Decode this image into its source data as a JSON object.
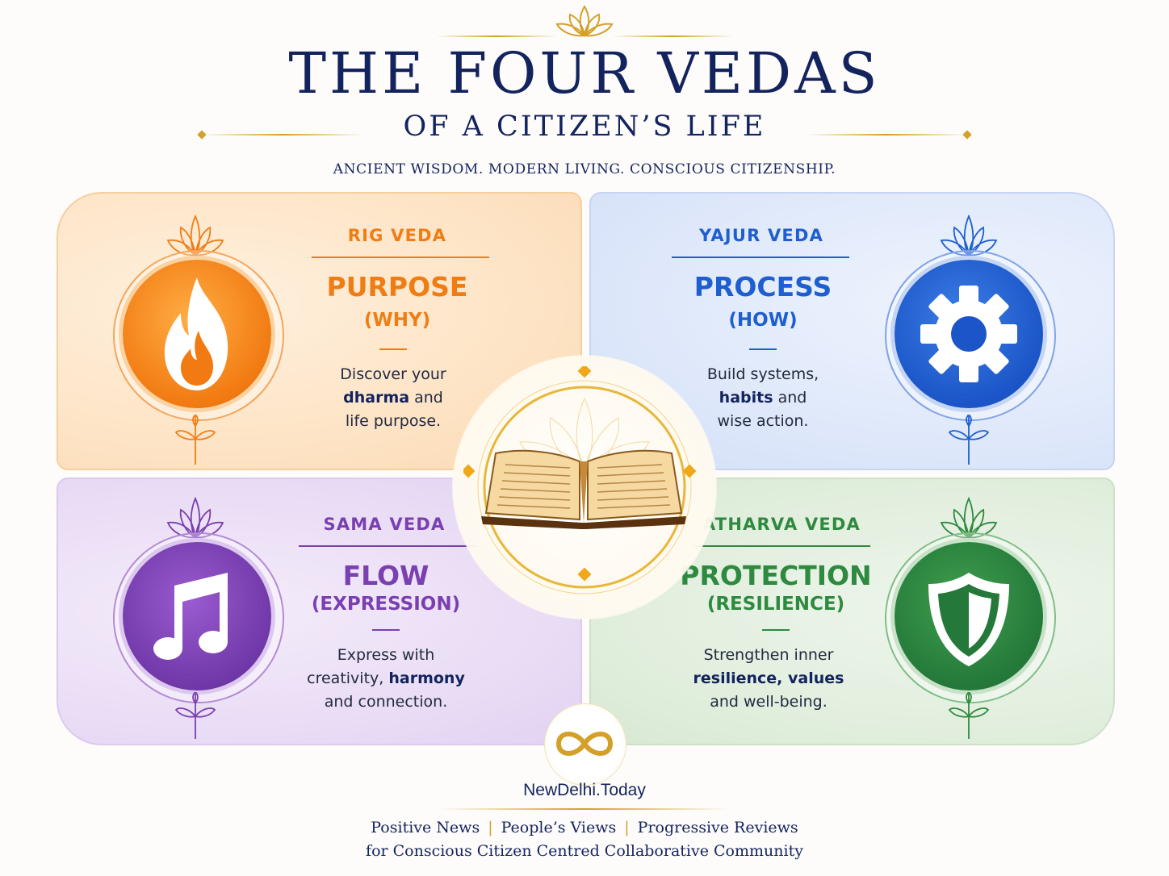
{
  "header": {
    "title": "THE FOUR VEDAS",
    "subtitle": "OF A CITIZEN’S LIFE",
    "tagline": "ANCIENT WISDOM. MODERN LIVING. CONSCIOUS CITIZENSHIP."
  },
  "panels": {
    "rig": {
      "name": "RIG VEDA",
      "main": "PURPOSE",
      "sub": "(WHY)",
      "desc_line1": "Discover your",
      "desc_bold2": "dharma",
      "desc_rest2": " and",
      "desc_line3": "life purpose.",
      "icon": "flame-icon",
      "color": "#f07d14"
    },
    "yajur": {
      "name": "YAJUR VEDA",
      "main": "PROCESS",
      "sub": "(HOW)",
      "desc_line1": "Build systems,",
      "desc_bold2": "habits",
      "desc_rest2": " and",
      "desc_line3": "wise action.",
      "icon": "gear-icon",
      "color": "#1d5fd0"
    },
    "sama": {
      "name": "SAMA VEDA",
      "main": "FLOW",
      "sub": "(EXPRESSION)",
      "desc_line1": "Express with",
      "desc_rest2_pre": "creativity, ",
      "desc_bold2": "harmony",
      "desc_line3": "and connection.",
      "icon": "music-note-icon",
      "color": "#7a3fb0"
    },
    "atharva": {
      "name": "ATHARVA VEDA",
      "main": "PROTECTION",
      "sub": "(RESILIENCE)",
      "desc_line1": "Strengthen inner",
      "desc_bold2": "resilience, values",
      "desc_line3": "and well-being.",
      "icon": "shield-icon",
      "color": "#2e8a3e"
    }
  },
  "center": {
    "icon": "open-book-icon"
  },
  "footer": {
    "logo_icon": "infinity-icon",
    "brand": "NewDelhi.Today",
    "item1": "Positive News",
    "item2": "People’s Views",
    "item3": "Progressive Reviews",
    "separator": "|",
    "line2": "for Conscious Citizen Centred Collaborative Community"
  }
}
